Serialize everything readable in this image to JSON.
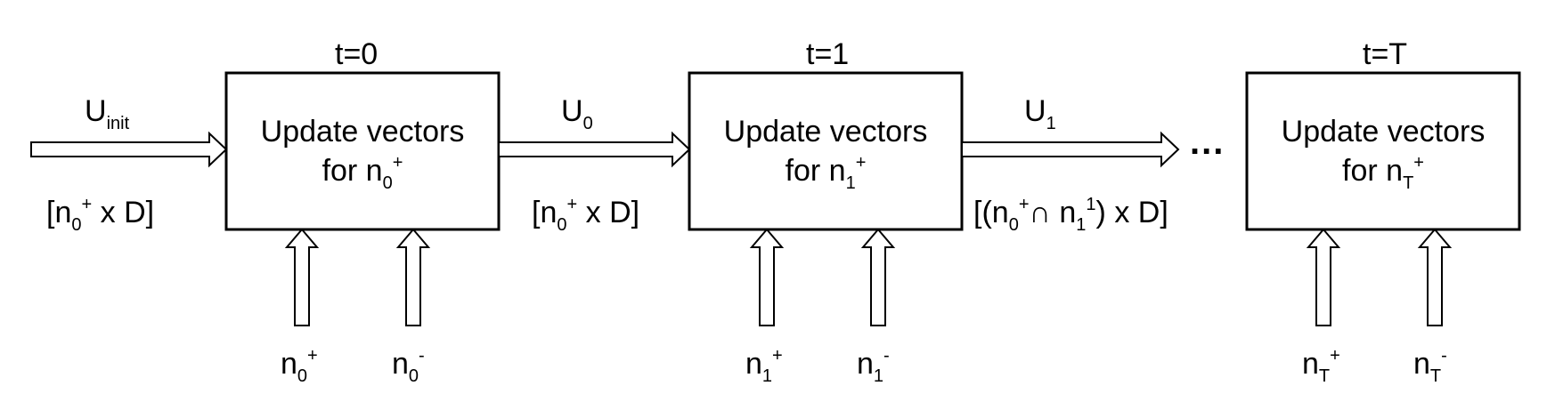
{
  "stages": [
    {
      "time_label": "t=0",
      "box_line1": "Update vectors",
      "box_line2_prefix": "for n",
      "box_sub": "0",
      "box_sup": "+",
      "in_plus_base": "n",
      "in_plus_sub": "0",
      "in_plus_sup": "+",
      "in_minus_base": "n",
      "in_minus_sub": "0",
      "in_minus_sup": "-"
    },
    {
      "time_label": "t=1",
      "box_line1": "Update vectors",
      "box_line2_prefix": "for n",
      "box_sub": "1",
      "box_sup": "+",
      "in_plus_base": "n",
      "in_plus_sub": "1",
      "in_plus_sup": "+",
      "in_minus_base": "n",
      "in_minus_sub": "1",
      "in_minus_sup": "-"
    },
    {
      "time_label": "t=T",
      "box_line1": "Update vectors",
      "box_line2_prefix": "for n",
      "box_sub": "T",
      "box_sup": "+",
      "in_plus_base": "n",
      "in_plus_sub": "T",
      "in_plus_sup": "+",
      "in_minus_base": "n",
      "in_minus_sub": "T",
      "in_minus_sup": "-"
    }
  ],
  "edges": [
    {
      "label_base": "U",
      "label_sub": "init",
      "dim_pre": "[n",
      "dim_sub": "0",
      "dim_sup": "+",
      "dim_post": " x D]"
    },
    {
      "label_base": "U",
      "label_sub": "0",
      "dim_pre": "[n",
      "dim_sub": "0",
      "dim_sup": "+",
      "dim_post": " x D]"
    },
    {
      "label_base": "U",
      "label_sub": "1",
      "dim_pre": "[(n",
      "dim_sub": "0",
      "dim_sup": "+",
      "dim_mid": "∩ n",
      "dim_sub2": "1",
      "dim_sup2": "1",
      "dim_post": ") x D]"
    }
  ],
  "ellipsis": "..."
}
